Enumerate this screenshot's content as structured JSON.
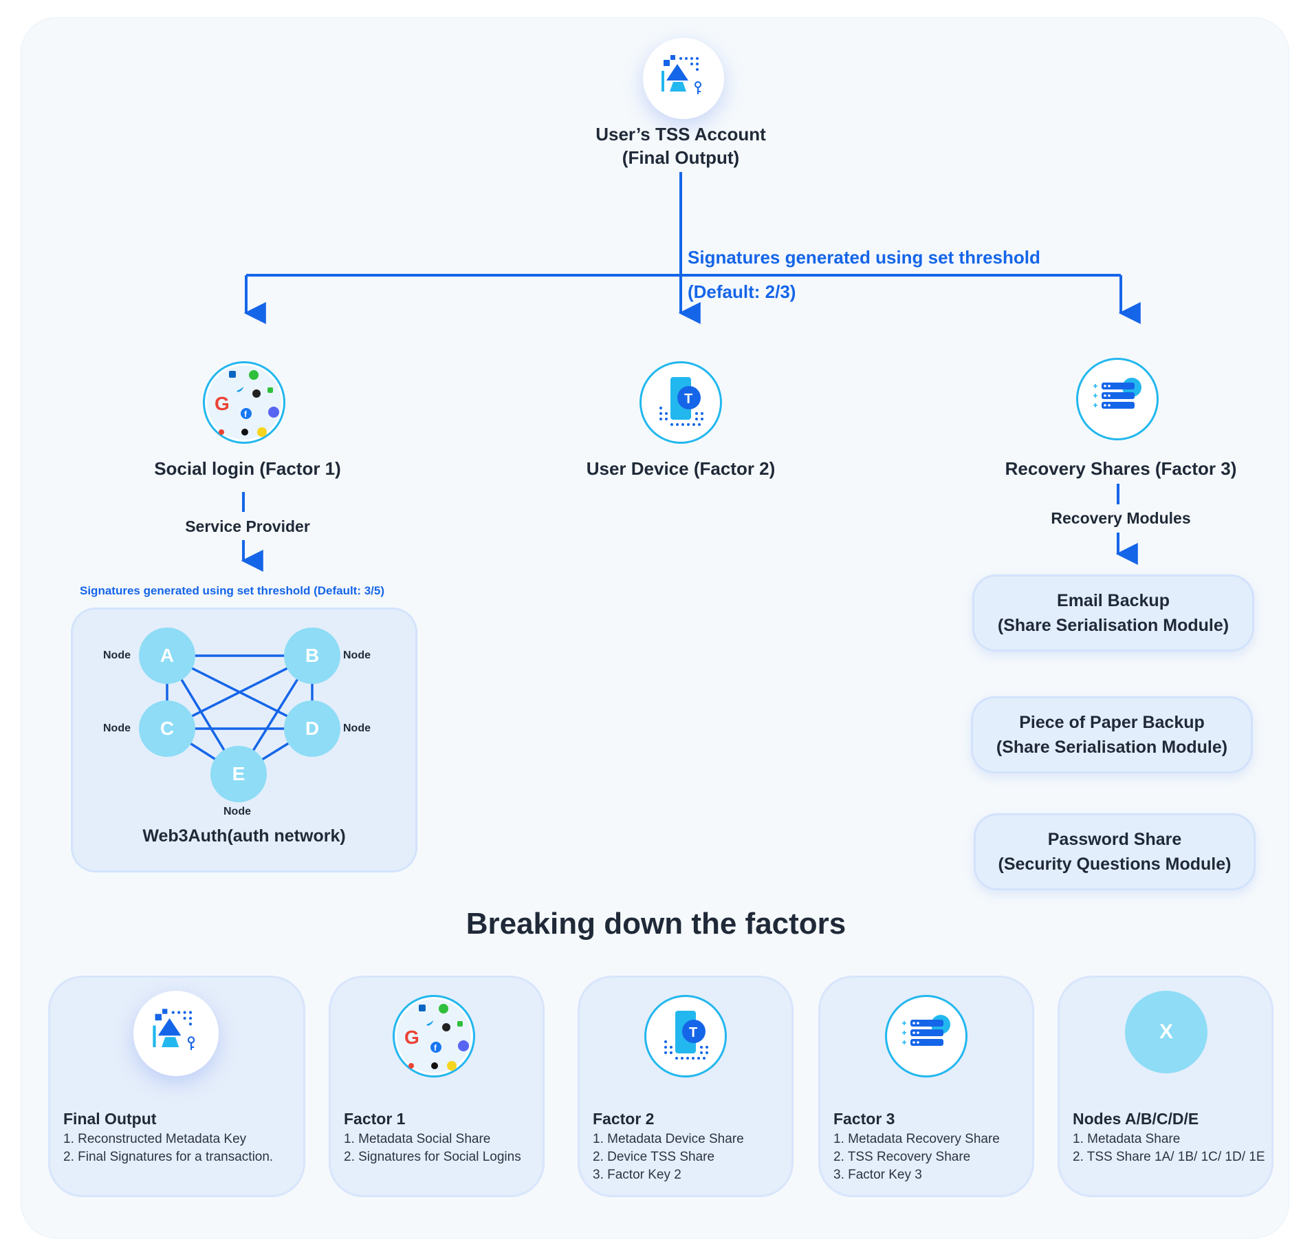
{
  "top": {
    "icon": "tss-account-icon",
    "title_line1": "User’s TSS Account",
    "title_line2": "(Final Output)"
  },
  "threshold": {
    "line1": "Signatures generated using set threshold",
    "line2": "(Default: 2/3)"
  },
  "factors": {
    "social": {
      "icon": "social-logins-icon",
      "label": "Social login (Factor 1)",
      "connector": "Service Provider"
    },
    "device": {
      "icon": "device-icon",
      "label": "User Device (Factor 2)"
    },
    "recovery": {
      "icon": "recovery-server-icon",
      "label": "Recovery Shares (Factor 3)",
      "connector": "Recovery Modules"
    }
  },
  "network": {
    "threshold_note": "Signatures generated using set threshold (Default: 3/5)",
    "title": "Web3Auth(auth network)",
    "node_label": "Node",
    "nodes": [
      "A",
      "B",
      "C",
      "D",
      "E"
    ]
  },
  "modules": [
    {
      "line1": "Email Backup",
      "line2": "(Share Serialisation Module)"
    },
    {
      "line1": "Piece of Paper Backup",
      "line2": "(Share Serialisation Module)"
    },
    {
      "line1": "Password Share",
      "line2": "(Security Questions Module)"
    }
  ],
  "breakdown": {
    "heading": "Breaking down the factors",
    "cards": [
      {
        "icon": "tss-account-icon",
        "title": "Final Output",
        "items": [
          "1. Reconstructed Metadata Key",
          "2. Final Signatures for a transaction."
        ]
      },
      {
        "icon": "social-logins-icon",
        "title": "Factor 1",
        "items": [
          "1. Metadata Social Share",
          "2. Signatures for Social Logins"
        ]
      },
      {
        "icon": "device-icon",
        "title": "Factor 2",
        "items": [
          "1. Metadata Device Share",
          "2. Device TSS Share",
          "3. Factor Key 2"
        ]
      },
      {
        "icon": "recovery-server-icon",
        "title": "Factor 3",
        "items": [
          "1. Metadata Recovery Share",
          "2. TSS Recovery Share",
          "3. Factor Key 3"
        ]
      },
      {
        "icon": "node-x-icon",
        "node_letter": "X",
        "title": "Nodes A/B/C/D/E",
        "items": [
          "1. Metadata Share",
          "2. TSS Share 1A/ 1B/ 1C/ 1D/ 1E"
        ]
      }
    ]
  },
  "colors": {
    "accent": "#1565e8",
    "cyan": "#22b7ee",
    "node": "#8edcf6",
    "panel": "#f5f9fc"
  }
}
